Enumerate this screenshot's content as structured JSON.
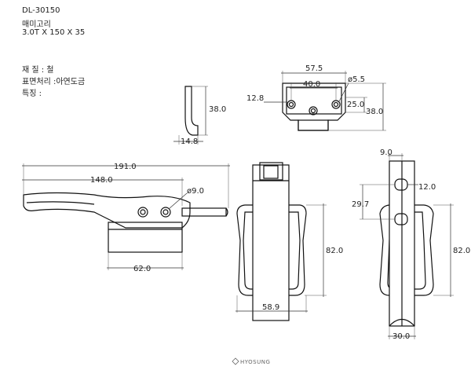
{
  "header": {
    "model": "DL-30150",
    "name": "매미고리",
    "size": "3.0T X 150 X 35",
    "material": "재 질 : 철",
    "finish": "표면처리 :아연도금",
    "feature": "특징 :"
  },
  "dimensions": {
    "bracket_width": "57.5",
    "bracket_hole_pitch": "40.0",
    "bracket_hole_dia": "ø5.5",
    "bracket_left": "12.8",
    "bracket_h1": "25.0",
    "bracket_h2": "38.0",
    "hook_height": "38.0",
    "hook_width": "14.8",
    "lever_length": "191.0",
    "lever_pivot": "148.0",
    "lever_hole_dia": "ø9.0",
    "base_width": "62.0",
    "front_height": "82.0",
    "front_width": "58.9",
    "side_top": "9.0",
    "side_slot": "12.0",
    "side_pitch": "29.7",
    "side_height": "82.0",
    "side_width": "30.0"
  },
  "logo": "HYOSUNG"
}
